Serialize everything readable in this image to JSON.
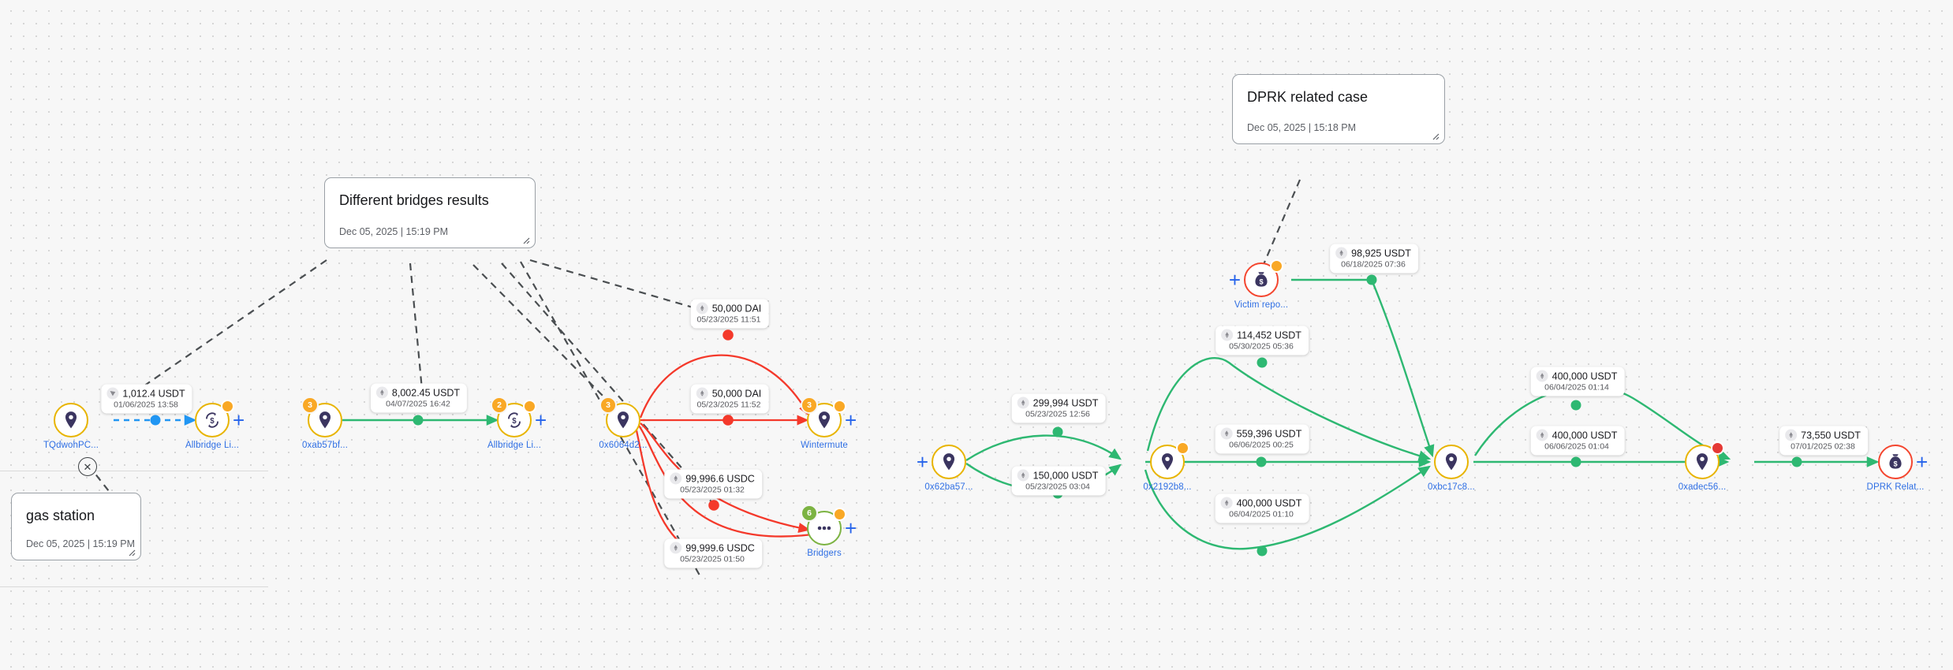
{
  "canvas": {
    "background": "#f7f7f7",
    "grid": "dotted"
  },
  "palette": {
    "edge_green": "#2eb872",
    "edge_red": "#f4392b",
    "edge_blue": "#2196f3",
    "node_ring_gold": "#e8b400",
    "node_ring_red": "#f4462f",
    "node_ring_green": "#7cb342",
    "badge_amber": "#f9a825",
    "label_blue": "#2f6fe4",
    "annotation_dash": "#3c4043"
  },
  "notes": [
    {
      "id": "note-bridges",
      "title": "Different bridges results",
      "date": "Dec 05, 2025 | 15:19 PM"
    },
    {
      "id": "note-gas",
      "title": "gas station",
      "date": "Dec 05, 2025 | 15:19 PM"
    },
    {
      "id": "note-dprk",
      "title": "DPRK related case",
      "date": "Dec 05, 2025 | 15:18 PM"
    }
  ],
  "nodes": [
    {
      "id": "tqdwohpc",
      "label": "TQdwohPC...",
      "icon": "pin-icon",
      "ring": "gold",
      "badge": null,
      "dot": null,
      "plus": false
    },
    {
      "id": "allbridge-1",
      "label": "Allbridge Li...",
      "icon": "swap-icon",
      "ring": "gold",
      "badge": null,
      "dot": "amber",
      "plus": true
    },
    {
      "id": "0xab57bf",
      "label": "0xab57bf...",
      "icon": "pin-icon",
      "ring": "gold",
      "badge": "3",
      "dot": null,
      "plus": false
    },
    {
      "id": "allbridge-2",
      "label": "Allbridge Li...",
      "icon": "swap-icon",
      "ring": "gold",
      "badge": "2",
      "dot": "amber",
      "plus": true
    },
    {
      "id": "0x6064d2",
      "label": "0x6064d2...",
      "icon": "pin-icon",
      "ring": "gold",
      "badge": "3",
      "dot": null,
      "plus": false
    },
    {
      "id": "wintermute",
      "label": "Wintermute",
      "icon": "pin-icon",
      "ring": "gold",
      "badge": "3",
      "dot": "amber",
      "plus": true
    },
    {
      "id": "bridgers",
      "label": "Bridgers",
      "icon": "ellipsis-icon",
      "ring": "green",
      "badge": "6",
      "dot": "amber",
      "plus": true
    },
    {
      "id": "victim",
      "label": "Victim repo...",
      "icon": "moneybag-icon",
      "ring": "red",
      "badge": null,
      "dot": "amber",
      "plus": true
    },
    {
      "id": "0x62ba57",
      "label": "0x62ba57...",
      "icon": "pin-icon",
      "ring": "gold",
      "badge": null,
      "dot": null,
      "plus": true
    },
    {
      "id": "0x2192b8",
      "label": "0x2192b8...",
      "icon": "pin-icon",
      "ring": "gold",
      "badge": null,
      "dot": "amber",
      "plus": false
    },
    {
      "id": "0xbc17c8",
      "label": "0xbc17c8...",
      "icon": "pin-icon",
      "ring": "gold",
      "badge": null,
      "dot": null,
      "plus": false
    },
    {
      "id": "0xadec56",
      "label": "0xadec56...",
      "icon": "pin-icon",
      "ring": "gold",
      "badge": null,
      "dot": "red",
      "plus": false
    },
    {
      "id": "dprk-related",
      "label": "DPRK Relat...",
      "icon": "moneybag-icon",
      "ring": "red",
      "badge": null,
      "dot": null,
      "plus": true
    }
  ],
  "edges": [
    {
      "id": "e1",
      "from": "tqdwohpc",
      "to": "allbridge-1",
      "color": "blue",
      "style": "dashed",
      "amount": "1,012.4 USDT",
      "date": "01/06/2025 13:58",
      "token": "tron-icon"
    },
    {
      "id": "e2",
      "from": "0xab57bf",
      "to": "allbridge-2",
      "color": "green",
      "style": "solid",
      "amount": "8,002.45 USDT",
      "date": "04/07/2025 16:42",
      "token": "eth-icon"
    },
    {
      "id": "e3",
      "from": "0x6064d2",
      "to": "wintermute",
      "color": "red",
      "style": "solid",
      "amount": "50,000 DAI",
      "date": "05/23/2025 11:51",
      "token": "eth-icon"
    },
    {
      "id": "e4",
      "from": "0x6064d2",
      "to": "wintermute",
      "color": "red",
      "style": "solid",
      "amount": "50,000 DAI",
      "date": "05/23/2025 11:52",
      "token": "eth-icon"
    },
    {
      "id": "e5",
      "from": "0x6064d2",
      "to": "bridgers",
      "color": "red",
      "style": "solid",
      "amount": "99,996.6 USDC",
      "date": "05/23/2025 01:32",
      "token": "eth-icon"
    },
    {
      "id": "e6",
      "from": "0x6064d2",
      "to": "bridgers",
      "color": "red",
      "style": "solid",
      "amount": "99,999.6 USDC",
      "date": "05/23/2025 01:50",
      "token": "eth-icon"
    },
    {
      "id": "e7",
      "from": "victim",
      "to": "0xbc17c8",
      "color": "green",
      "style": "solid",
      "amount": "98,925 USDT",
      "date": "06/18/2025 07:36",
      "token": "eth-icon"
    },
    {
      "id": "e8",
      "from": "0x62ba57",
      "to": "0x2192b8",
      "color": "green",
      "style": "solid",
      "amount": "299,994 USDT",
      "date": "05/23/2025 12:56",
      "token": "eth-icon"
    },
    {
      "id": "e9",
      "from": "0x62ba57",
      "to": "0x2192b8",
      "color": "green",
      "style": "solid",
      "amount": "150,000 USDT",
      "date": "05/23/2025 03:04",
      "token": "eth-icon"
    },
    {
      "id": "e10",
      "from": "0x2192b8",
      "to": "0xbc17c8",
      "color": "green",
      "style": "solid",
      "amount": "114,452 USDT",
      "date": "05/30/2025 05:36",
      "token": "eth-icon"
    },
    {
      "id": "e11",
      "from": "0x2192b8",
      "to": "0xbc17c8",
      "color": "green",
      "style": "solid",
      "amount": "559,396 USDT",
      "date": "06/06/2025 00:25",
      "token": "eth-icon"
    },
    {
      "id": "e12",
      "from": "0x2192b8",
      "to": "0xbc17c8",
      "color": "green",
      "style": "solid",
      "amount": "400,000 USDT",
      "date": "06/04/2025 01:10",
      "token": "eth-icon"
    },
    {
      "id": "e13",
      "from": "0xbc17c8",
      "to": "0xadec56",
      "color": "green",
      "style": "solid",
      "amount": "400,000 USDT",
      "date": "06/04/2025 01:14",
      "token": "eth-icon"
    },
    {
      "id": "e14",
      "from": "0xbc17c8",
      "to": "0xadec56",
      "color": "green",
      "style": "solid",
      "amount": "400,000 USDT",
      "date": "06/06/2025 01:04",
      "token": "eth-icon"
    },
    {
      "id": "e15",
      "from": "0xadec56",
      "to": "dprk-related",
      "color": "green",
      "style": "solid",
      "amount": "73,550 USDT",
      "date": "07/01/2025 02:38",
      "token": "eth-icon"
    }
  ]
}
